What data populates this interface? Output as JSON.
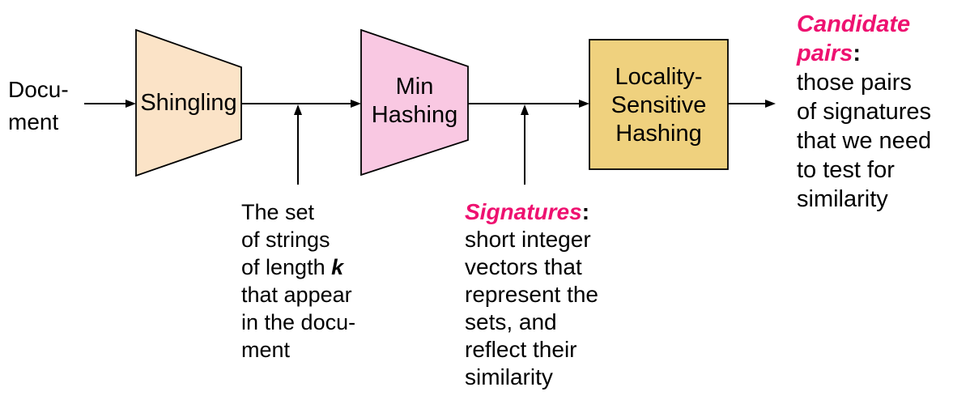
{
  "input": {
    "line1": "Docu-",
    "line2": "ment"
  },
  "stages": {
    "shingling": {
      "label": "Shingling"
    },
    "min_hashing": {
      "line1": "Min",
      "line2": "Hashing"
    },
    "lsh": {
      "line1": "Locality-",
      "line2": "Sensitive",
      "line3": "Hashing"
    }
  },
  "annotations": {
    "shingles": {
      "line1": "The set",
      "line2": "of strings",
      "line3_pre": "of length ",
      "line3_k": "k",
      "line4": "that appear",
      "line5": "in the docu-",
      "line6": "ment"
    },
    "signatures": {
      "title": "Signatures",
      "colon": ":",
      "line1": "short integer",
      "line2": "vectors that",
      "line3": "represent the",
      "line4": "sets, and",
      "line5": "reflect their",
      "line6": "similarity"
    },
    "candidates": {
      "title_line1": "Candidate",
      "title_line2": "pairs",
      "colon": ":",
      "line1": "those pairs",
      "line2": "of signatures",
      "line3": "that we need",
      "line4": "to test for",
      "line5": "similarity"
    }
  },
  "colors": {
    "shingling_fill": "#FBE3C7",
    "min_hashing_fill": "#F9C8E2",
    "lsh_fill": "#EFD17E",
    "highlight_text": "#EE1170",
    "stroke": "#000000"
  }
}
